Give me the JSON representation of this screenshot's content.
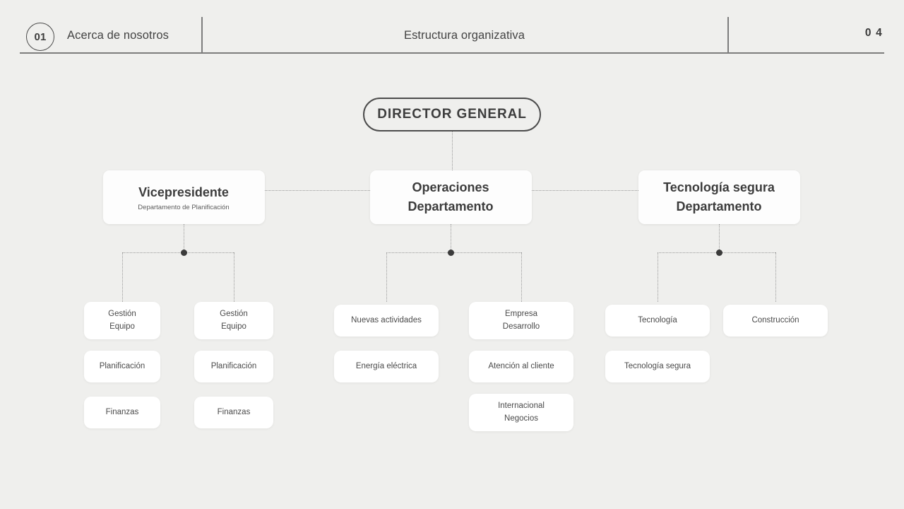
{
  "header": {
    "badge": "01",
    "section_label": "Acerca de nosotros",
    "title": "Estructura organizativa",
    "page_number": "0 4"
  },
  "colors": {
    "background": "#efefed",
    "rule": "#7d7d7d",
    "node_fill": "#ffffff",
    "text": "#3c3c3c",
    "connector": "#9a9a9a",
    "junction": "#3b3b3b"
  },
  "chart": {
    "root": {
      "label": "DIRECTOR GENERAL"
    },
    "departments": [
      {
        "title": "Vicepresidente",
        "subtitle": "Departamento de Planificación",
        "groups": [
          {
            "items": [
              "Gestión\nEquipo",
              "Planificación",
              "Finanzas"
            ]
          },
          {
            "items": [
              "Gestión\nEquipo",
              "Planificación",
              "Finanzas"
            ]
          }
        ]
      },
      {
        "title": "Operaciones\nDepartamento",
        "subtitle": "",
        "groups": [
          {
            "items": [
              "Nuevas actividades",
              "Energía eléctrica"
            ]
          },
          {
            "items": [
              "Empresa\nDesarrollo",
              "Atención al cliente",
              "Internacional\nNegocios"
            ]
          }
        ]
      },
      {
        "title": "Tecnología segura\nDepartamento",
        "subtitle": "",
        "groups": [
          {
            "items": [
              "Tecnología",
              "Tecnología segura"
            ]
          },
          {
            "items": [
              "Construcción"
            ]
          }
        ]
      }
    ]
  }
}
